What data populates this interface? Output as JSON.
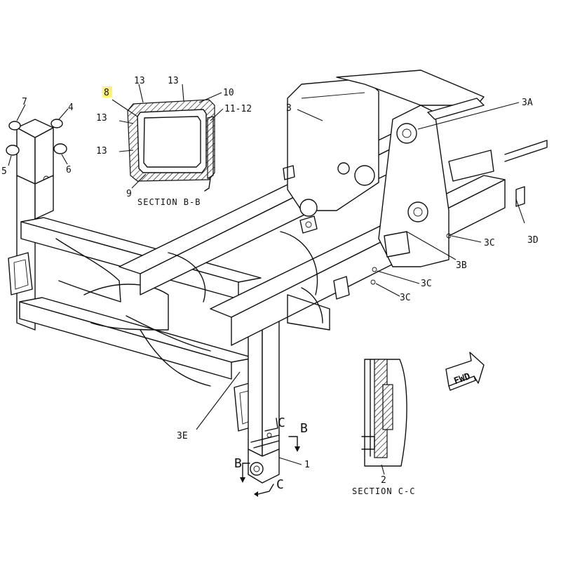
{
  "section_bb": {
    "title": "SECTION B-B",
    "callouts": [
      "8",
      "13",
      "13",
      "13",
      "13",
      "10",
      "11-12",
      "9"
    ],
    "highlighted": "8",
    "highlight_color": "#fff27a"
  },
  "section_cc": {
    "title": "SECTION C-C",
    "callouts": [
      "2"
    ]
  },
  "frame": {
    "callouts": [
      "7",
      "4",
      "5",
      "6",
      "3",
      "3A",
      "3B",
      "3C",
      "3C",
      "3C",
      "3D",
      "3E",
      "1"
    ],
    "section_markers": [
      "C",
      "B",
      "B",
      "C"
    ]
  },
  "direction_arrow": {
    "label": "FWD"
  }
}
